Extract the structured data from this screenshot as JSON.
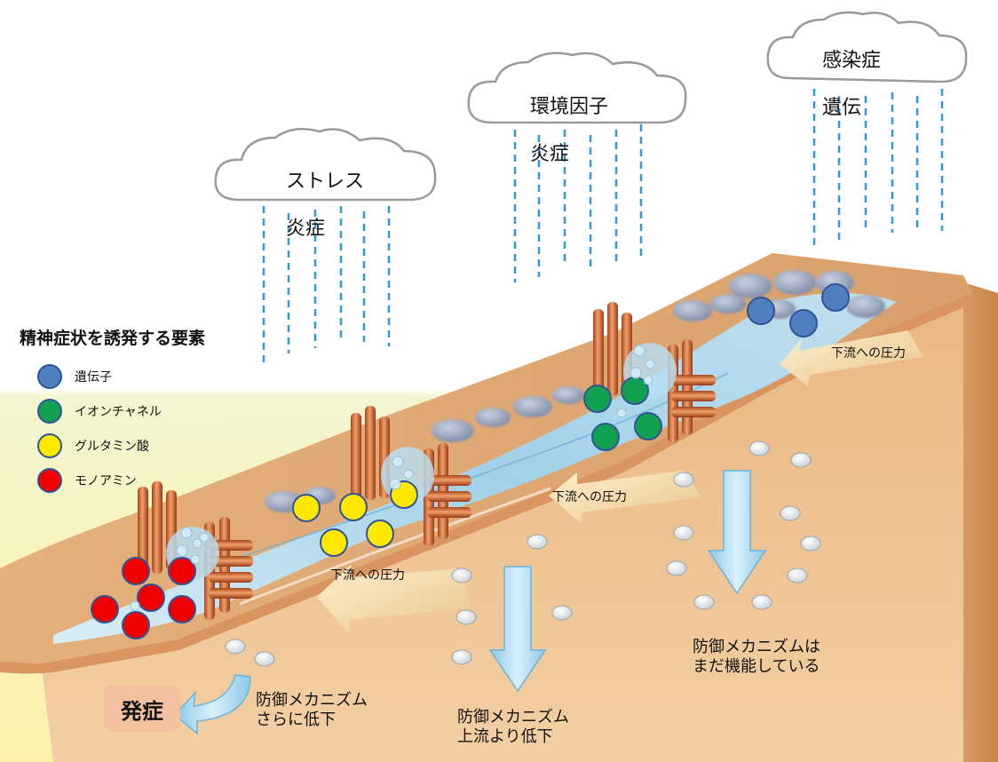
{
  "clouds": [
    {
      "line1": "ストレス",
      "line2": "炎症"
    },
    {
      "line1": "環境因子",
      "line2": "炎症"
    },
    {
      "line1": "感染症",
      "line2": "遺伝"
    }
  ],
  "legend": {
    "title": "精神症状を誘発する要素",
    "items": [
      {
        "label": "遺伝子",
        "color": "#4f7fbf"
      },
      {
        "label": "イオンチャネル",
        "color": "#12a150"
      },
      {
        "label": "グルタミン酸",
        "color": "#ffe800"
      },
      {
        "label": "モノアミン",
        "color": "#f00000"
      }
    ]
  },
  "pressure_labels": [
    "下流への圧力",
    "下流への圧力",
    "下流への圧力"
  ],
  "defense": {
    "still_working": "防御メカニズムは\nまだ機能している",
    "below_upstream": "防御メカニズム\n上流より低下",
    "further_down": "防御メカニズム\nさらに低下"
  },
  "onset": "発症"
}
